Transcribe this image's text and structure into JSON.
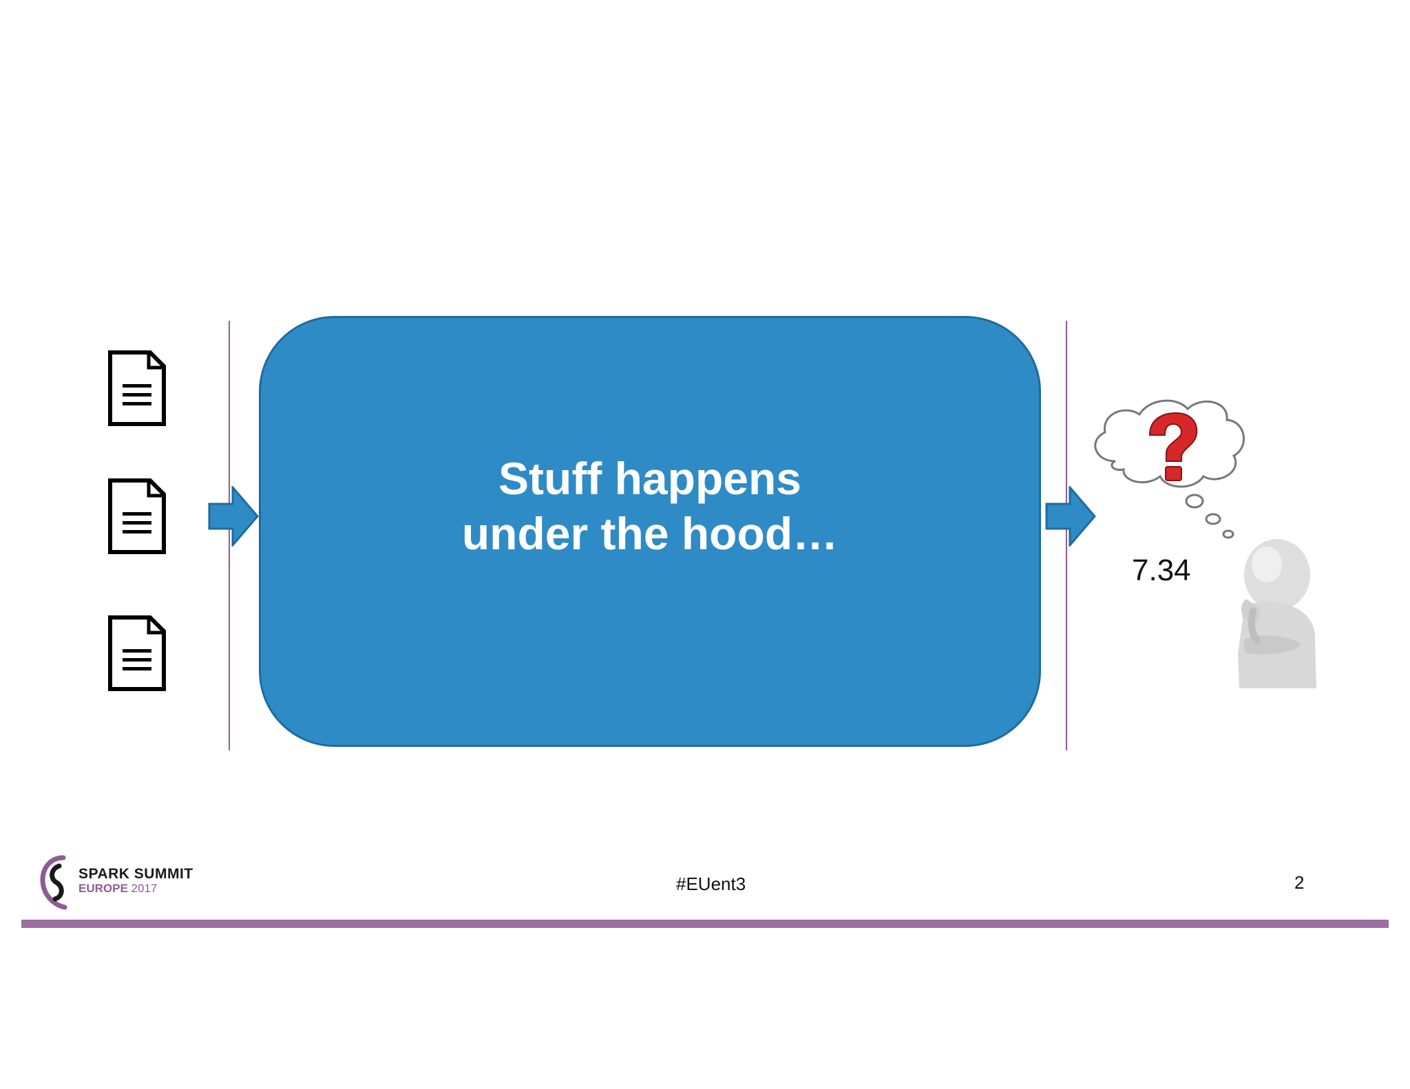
{
  "colors": {
    "box_fill": "#2e8bc6",
    "box_border": "#1e6b9e",
    "arrow_fill": "#2e8bc6",
    "divider": "#8e5b96",
    "footer_bar": "#9b6e9f",
    "logo_purple": "#8e5b96"
  },
  "inputs": {
    "icons": [
      "document-icon",
      "document-icon",
      "document-icon"
    ]
  },
  "process": {
    "line1": "Stuff happens",
    "line2": "under the hood…"
  },
  "output": {
    "value": "7.34",
    "thought_icon": "question-mark-icon"
  },
  "footer": {
    "logo_line1": "SPARK SUMMIT",
    "logo_line2_bold": "EUROPE",
    "logo_line2_year": "2017",
    "hashtag": "#EUent3",
    "page_number": "2"
  }
}
